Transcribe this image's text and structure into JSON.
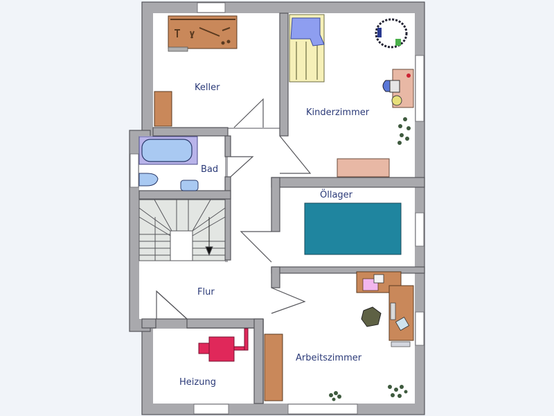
{
  "title": "Kellergeschoss Grundriss",
  "rooms": {
    "keller": {
      "label": "Keller"
    },
    "kinderzimmer": {
      "label": "Kinderzimmer"
    },
    "bad": {
      "label": "Bad"
    },
    "oellager": {
      "label": "Öllager"
    },
    "flur": {
      "label": "Flur"
    },
    "arbeitszimmer": {
      "label": "Arbeitszimmer"
    },
    "heizung": {
      "label": "Heizung"
    }
  },
  "colors": {
    "background": "#f1f4f9",
    "wall": "#a9a9ad",
    "wall_outline": "#55555a",
    "floor": "#ffffff",
    "label": "#2b3a78",
    "wood": "#c9885a",
    "oil_tank": "#1f859f",
    "boiler": "#e0285a",
    "bath_blue": "#a9c9f2",
    "bed_yellow": "#f6f0b8",
    "bed_blue": "#8e9ef0",
    "stairs": "#e3e6e3",
    "desk_pink": "#e8b8a5",
    "pad_pink": "#f2b6ee",
    "plant": "#3e5a3e"
  }
}
